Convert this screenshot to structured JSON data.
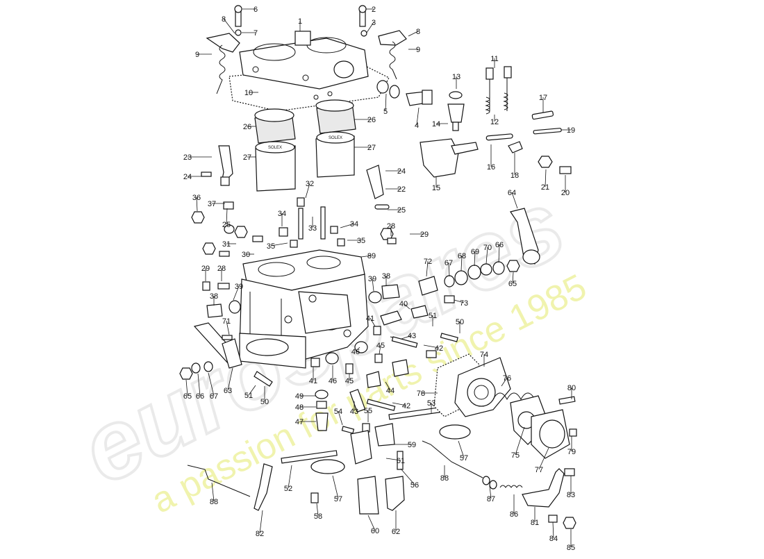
{
  "watermark": {
    "brand": "eurospares",
    "tagline": "a passion for parts since 1985",
    "brand_color": "#d9d9d9",
    "tagline_color": "#eef2a0"
  },
  "callouts": [
    {
      "id": "1",
      "label": "1"
    },
    {
      "id": "2",
      "label": "2"
    },
    {
      "id": "3",
      "label": "3"
    },
    {
      "id": "4",
      "label": "4"
    },
    {
      "id": "5",
      "label": "5"
    },
    {
      "id": "6",
      "label": "6"
    },
    {
      "id": "7",
      "label": "7"
    },
    {
      "id": "8a",
      "label": "8"
    },
    {
      "id": "8b",
      "label": "8"
    },
    {
      "id": "9a",
      "label": "9"
    },
    {
      "id": "9b",
      "label": "9"
    },
    {
      "id": "10",
      "label": "10"
    },
    {
      "id": "11",
      "label": "11"
    },
    {
      "id": "12",
      "label": "12"
    },
    {
      "id": "13",
      "label": "13"
    },
    {
      "id": "14",
      "label": "14"
    },
    {
      "id": "15",
      "label": "15"
    },
    {
      "id": "16",
      "label": "16"
    },
    {
      "id": "17",
      "label": "17"
    },
    {
      "id": "18",
      "label": "18"
    },
    {
      "id": "19",
      "label": "19"
    },
    {
      "id": "20",
      "label": "20"
    },
    {
      "id": "21",
      "label": "21"
    },
    {
      "id": "22",
      "label": "22"
    },
    {
      "id": "23",
      "label": "23"
    },
    {
      "id": "24a",
      "label": "24"
    },
    {
      "id": "24b",
      "label": "24"
    },
    {
      "id": "25a",
      "label": "25"
    },
    {
      "id": "25b",
      "label": "25"
    },
    {
      "id": "26a",
      "label": "26"
    },
    {
      "id": "26b",
      "label": "26"
    },
    {
      "id": "27a",
      "label": "27"
    },
    {
      "id": "27b",
      "label": "27"
    },
    {
      "id": "28a",
      "label": "28"
    },
    {
      "id": "28b",
      "label": "28"
    },
    {
      "id": "29a",
      "label": "29"
    },
    {
      "id": "29b",
      "label": "29"
    },
    {
      "id": "30",
      "label": "30"
    },
    {
      "id": "31",
      "label": "31"
    },
    {
      "id": "32",
      "label": "32"
    },
    {
      "id": "33",
      "label": "33"
    },
    {
      "id": "34a",
      "label": "34"
    },
    {
      "id": "34b",
      "label": "34"
    },
    {
      "id": "35a",
      "label": "35"
    },
    {
      "id": "35b",
      "label": "35"
    },
    {
      "id": "36",
      "label": "36"
    },
    {
      "id": "37",
      "label": "37"
    },
    {
      "id": "38a",
      "label": "38"
    },
    {
      "id": "38b",
      "label": "38"
    },
    {
      "id": "39a",
      "label": "39"
    },
    {
      "id": "39b",
      "label": "39"
    },
    {
      "id": "40",
      "label": "40"
    },
    {
      "id": "41a",
      "label": "41"
    },
    {
      "id": "41b",
      "label": "41"
    },
    {
      "id": "42a",
      "label": "42"
    },
    {
      "id": "42b",
      "label": "42"
    },
    {
      "id": "43a",
      "label": "43"
    },
    {
      "id": "43b",
      "label": "43"
    },
    {
      "id": "44",
      "label": "44"
    },
    {
      "id": "45a",
      "label": "45"
    },
    {
      "id": "45b",
      "label": "45"
    },
    {
      "id": "46a",
      "label": "46"
    },
    {
      "id": "46b",
      "label": "46"
    },
    {
      "id": "47",
      "label": "47"
    },
    {
      "id": "48",
      "label": "48"
    },
    {
      "id": "49",
      "label": "49"
    },
    {
      "id": "50a",
      "label": "50"
    },
    {
      "id": "50b",
      "label": "50"
    },
    {
      "id": "51a",
      "label": "51"
    },
    {
      "id": "51b",
      "label": "51"
    },
    {
      "id": "52",
      "label": "52"
    },
    {
      "id": "53",
      "label": "53"
    },
    {
      "id": "54",
      "label": "54"
    },
    {
      "id": "55",
      "label": "55"
    },
    {
      "id": "56",
      "label": "56"
    },
    {
      "id": "57a",
      "label": "57"
    },
    {
      "id": "57b",
      "label": "57"
    },
    {
      "id": "58",
      "label": "58"
    },
    {
      "id": "59",
      "label": "59"
    },
    {
      "id": "60",
      "label": "60"
    },
    {
      "id": "61",
      "label": "61"
    },
    {
      "id": "62",
      "label": "62"
    },
    {
      "id": "63",
      "label": "63"
    },
    {
      "id": "64",
      "label": "64"
    },
    {
      "id": "65a",
      "label": "65"
    },
    {
      "id": "65b",
      "label": "65"
    },
    {
      "id": "66a",
      "label": "66"
    },
    {
      "id": "66b",
      "label": "66"
    },
    {
      "id": "67a",
      "label": "67"
    },
    {
      "id": "67b",
      "label": "67"
    },
    {
      "id": "68",
      "label": "68"
    },
    {
      "id": "69",
      "label": "69"
    },
    {
      "id": "70",
      "label": "70"
    },
    {
      "id": "71",
      "label": "71"
    },
    {
      "id": "72",
      "label": "72"
    },
    {
      "id": "73",
      "label": "73"
    },
    {
      "id": "74",
      "label": "74"
    },
    {
      "id": "75",
      "label": "75"
    },
    {
      "id": "76",
      "label": "76"
    },
    {
      "id": "77",
      "label": "77"
    },
    {
      "id": "78",
      "label": "78"
    },
    {
      "id": "79",
      "label": "79"
    },
    {
      "id": "80",
      "label": "80"
    },
    {
      "id": "81",
      "label": "81"
    },
    {
      "id": "82",
      "label": "82"
    },
    {
      "id": "83",
      "label": "83"
    },
    {
      "id": "84",
      "label": "84"
    },
    {
      "id": "85",
      "label": "85"
    },
    {
      "id": "86",
      "label": "86"
    },
    {
      "id": "87",
      "label": "87"
    },
    {
      "id": "88a",
      "label": "88"
    },
    {
      "id": "88b",
      "label": "88"
    },
    {
      "id": "89",
      "label": "89"
    }
  ]
}
